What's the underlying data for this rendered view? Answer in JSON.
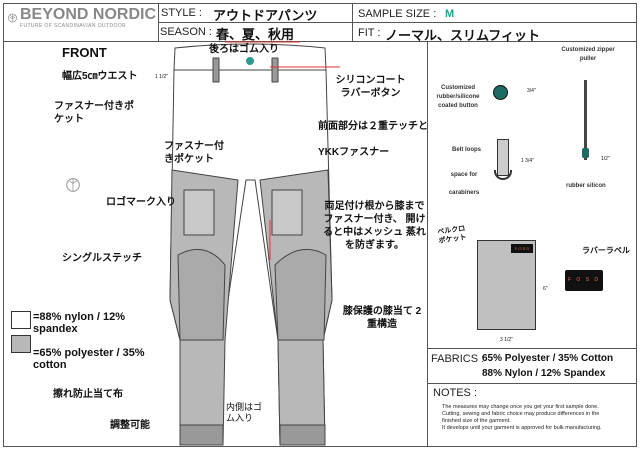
{
  "brand": {
    "name": "BEYOND NORDIC",
    "tagline": "FUTURE OF SCANDINAVIAN OUTDOOR"
  },
  "header": {
    "style_label": "STYLE :",
    "style_value": "アウトドアパンツ",
    "season_label": "SEASON :",
    "season_value": "春、夏、秋用",
    "sample_size_label": "SAMPLE SIZE :",
    "sample_size_value": "M",
    "fit_label": "FIT :",
    "fit_value": "ノーマル、スリムフィット"
  },
  "view_label": "FRONT",
  "callouts": {
    "back_elastic": "後ろはゴム入り",
    "waist": "幅広5㎝ウエスト",
    "waist_dim": "1 1/2\"",
    "zip_pocket": "ファスナー付きポケット",
    "silicone_button": "シリコンコート ラバーボタン",
    "double_stitch": "前面部分は２重テッチと",
    "zip_pocket2": "ファスナー付きポケット",
    "ykk": "YKKファスナー",
    "logo_mark": "ロゴマーク入り",
    "leg_zip": "両足付け根から膝まで ファスナー付き、 開けると中はメッシュ 蒸れを防ぎます。",
    "single_stitch": "シングルステッチ",
    "knee": "膝保護の膝当て 2重構造",
    "scuff": "擦れ防止当て布",
    "inner_elastic": "内側はゴム入り",
    "adjustable": "調整可能"
  },
  "legend": [
    {
      "label": "=88% nylon / 12% spandex",
      "color": "#ffffff"
    },
    {
      "label": "=65% polyester / 35% cotton",
      "color": "#b8b8b8"
    }
  ],
  "details": {
    "button_label": "Customized rubber/silicone coated button",
    "button_dim": "3/4\"",
    "zipper_label": "Customized zipper puller",
    "zipper_dim": "1/2\"",
    "rubber_silicon": "rubber silicon",
    "belt_loops": "Belt loops",
    "belt_dim": "1 3/4\"",
    "carabiners": "space for carabiners",
    "velcro_pocket": "ベルクロポケット",
    "rubber_label": "ラバーラベル",
    "pocket_h": "6\"",
    "pocket_w": "3 1/2\"",
    "label_text": "F O S D"
  },
  "fabrics": {
    "label": "FABRICS :",
    "lines": [
      "65% Polyester / 35% Cotton",
      "88% Nylon / 12% Spandex"
    ]
  },
  "notes": {
    "label": "NOTES :",
    "lines": [
      "The measures may change once you get your first sample done.",
      "Cutting, sewing and fabric choice may produce differences in the",
      "finished size of the garment.",
      "It develops until your garment is approved for bulk manufacturing."
    ]
  },
  "colors": {
    "accent": "#2a9d8f",
    "red": "#d33",
    "fabric_gray": "#b8b8b8"
  }
}
